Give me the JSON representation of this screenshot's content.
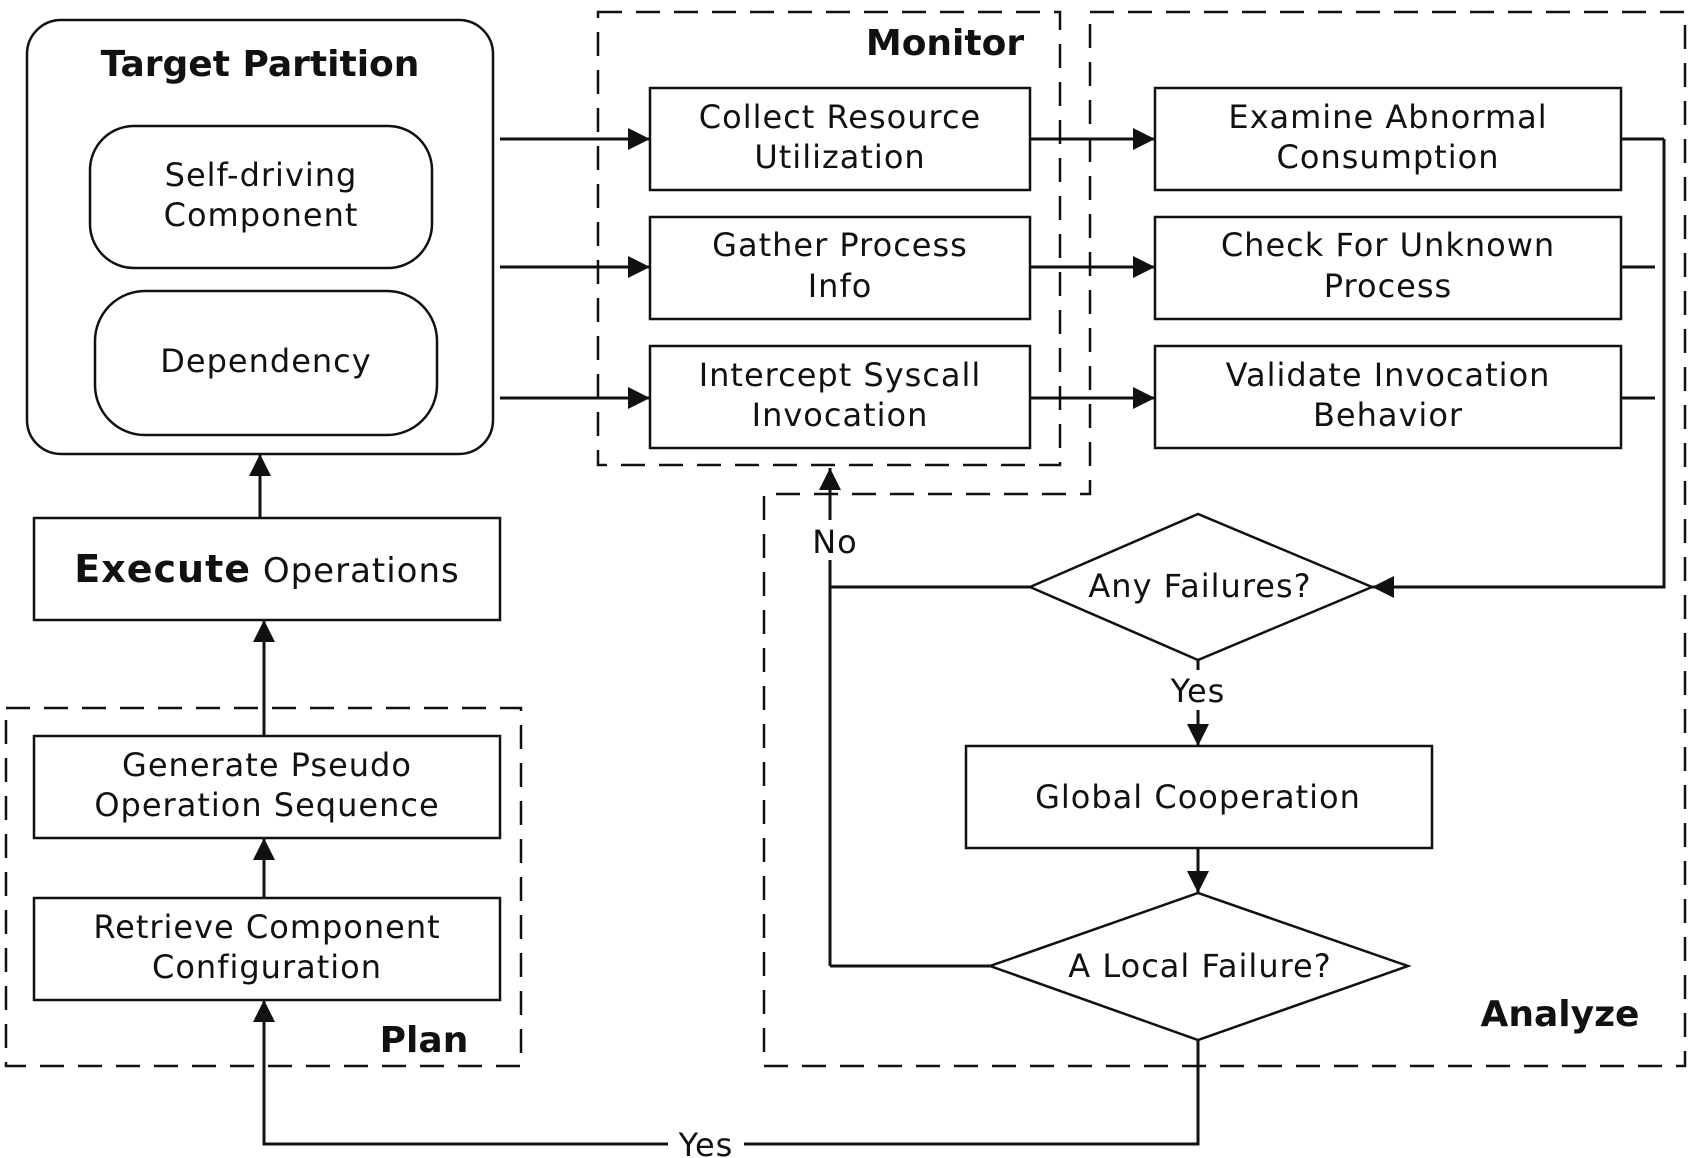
{
  "sections": {
    "target_partition": {
      "title": "Target Partition",
      "self_driving": [
        "Self-driving",
        "Component"
      ],
      "dependency": "Dependency"
    },
    "monitor": {
      "title": "Monitor",
      "collect": [
        "Collect  Resource",
        "Utilization"
      ],
      "gather": [
        "Gather Process",
        "Info"
      ],
      "intercept": [
        "Intercept Syscall",
        "Invocation"
      ]
    },
    "analyze": {
      "title": "Analyze",
      "examine": [
        "Examine Abnormal",
        "Consumption"
      ],
      "check": [
        "Check For Unknown",
        "Process"
      ],
      "validate": [
        "Validate Invocation",
        "Behavior"
      ],
      "any_failures": "Any Failures?",
      "global_cooperation": "Global  Cooperation",
      "local_failure": "A Local Failure?"
    },
    "plan": {
      "title": "Plan",
      "generate": [
        "Generate Pseudo",
        "Operation Sequence"
      ],
      "retrieve": [
        "Retrieve Component",
        "Configuration"
      ]
    },
    "execute": {
      "bold": "Execute",
      "rest": " Operations"
    }
  },
  "edge_labels": {
    "no": "No",
    "yes_down": "Yes",
    "yes_bottom": "Yes"
  }
}
